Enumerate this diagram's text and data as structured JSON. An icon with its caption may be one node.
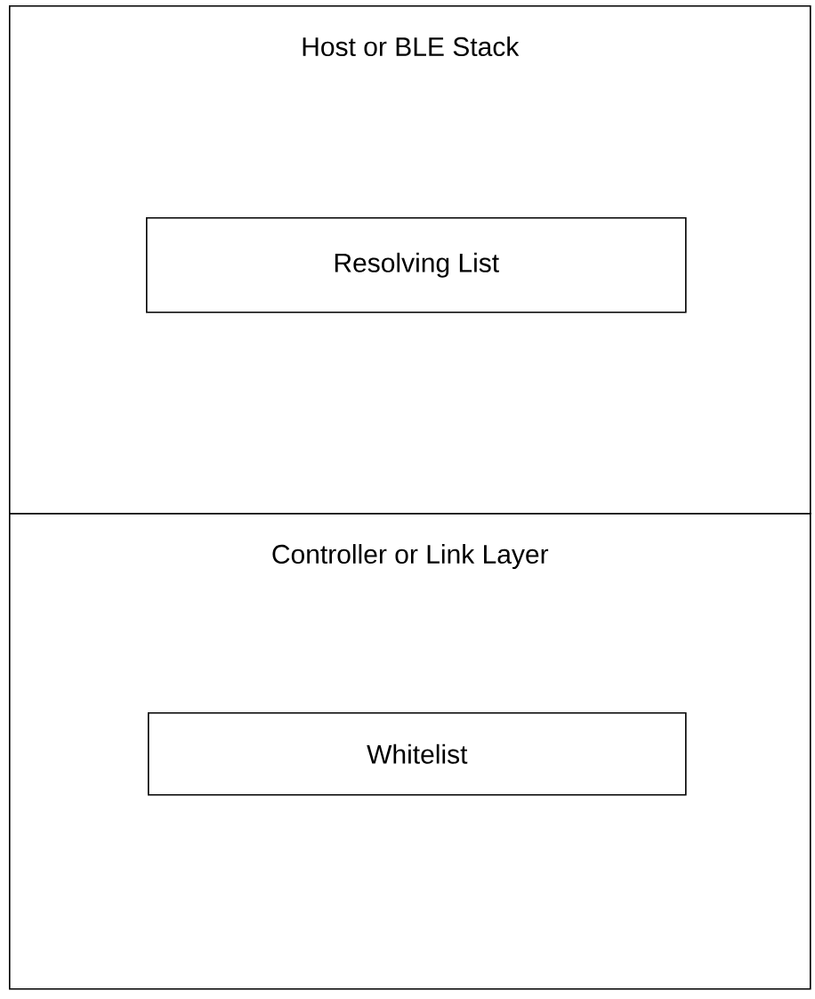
{
  "diagram": {
    "nodes": [
      {
        "text": [
          "Host or BLE Stack"
        ]
      },
      {
        "text": [
          "Resolving List"
        ],
        "in": 0
      },
      {
        "text": [
          "Controller or Link Layer"
        ]
      },
      {
        "text": [
          "Whitelist"
        ],
        "in": 2
      }
    ]
  }
}
